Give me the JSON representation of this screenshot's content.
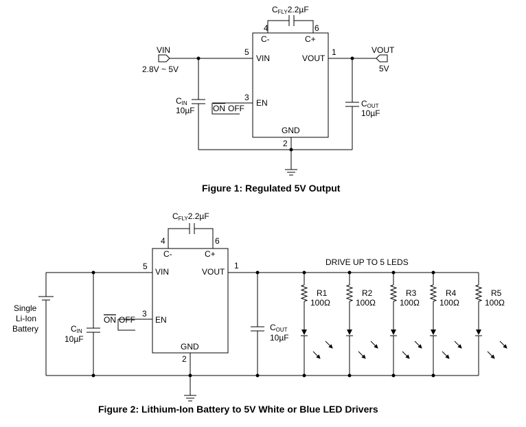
{
  "figure1": {
    "caption": "Figure 1: Regulated 5V Output",
    "cfly": {
      "base": "C",
      "sub": "FLY",
      "value": "2.2µF"
    },
    "cin": {
      "base": "C",
      "sub": "IN",
      "value": "10µF"
    },
    "cout": {
      "base": "C",
      "sub": "OUT",
      "value": "10µF"
    },
    "vin_label": "VIN",
    "vin_range": "2.8V ~ 5V",
    "vout_label": "VOUT",
    "vout_value": "5V",
    "on": "ON",
    "off": "OFF",
    "pins": {
      "p4": "4",
      "p6": "6",
      "p5": "5",
      "p1": "1",
      "p3": "3",
      "p2": "2",
      "cminus": "C-",
      "cplus": "C+",
      "vin": "VIN",
      "vout": "VOUT",
      "en": "EN",
      "gnd": "GND"
    }
  },
  "figure2": {
    "caption": "Figure 2: Lithium-Ion Battery to 5V White or Blue LED Drivers",
    "cfly": {
      "base": "C",
      "sub": "FLY",
      "value": "2.2µF"
    },
    "cin": {
      "base": "C",
      "sub": "IN",
      "value": "10µF"
    },
    "cout": {
      "base": "C",
      "sub": "OUT",
      "value": "10µF"
    },
    "battery": [
      "Single",
      "Li-Ion",
      "Battery"
    ],
    "on": "ON",
    "off": "OFF",
    "led_header": "DRIVE UP TO 5 LEDS",
    "resistors": [
      {
        "name": "R1",
        "value": "100Ω"
      },
      {
        "name": "R2",
        "value": "100Ω"
      },
      {
        "name": "R3",
        "value": "100Ω"
      },
      {
        "name": "R4",
        "value": "100Ω"
      },
      {
        "name": "R5",
        "value": "100Ω"
      }
    ],
    "pins": {
      "p4": "4",
      "p6": "6",
      "p5": "5",
      "p1": "1",
      "p3": "3",
      "p2": "2",
      "cminus": "C-",
      "cplus": "C+",
      "vin": "VIN",
      "vout": "VOUT",
      "en": "EN",
      "gnd": "GND"
    }
  }
}
